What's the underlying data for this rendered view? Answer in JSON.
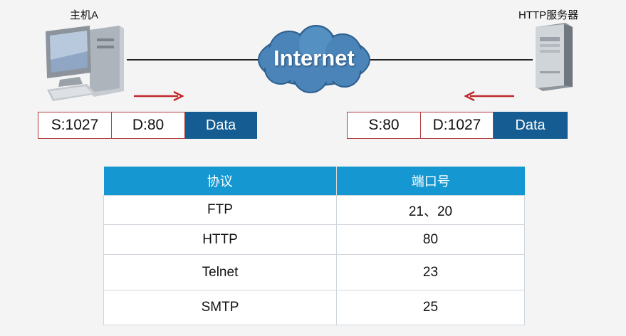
{
  "host_label": "主机A",
  "server_label": "HTTP服务器",
  "cloud_label": "Internet",
  "packet_out": {
    "src": "S:1027",
    "dst": "D:80",
    "data": "Data"
  },
  "packet_back": {
    "src": "S:80",
    "dst": "D:1027",
    "data": "Data"
  },
  "table": {
    "headers": [
      "协议",
      "端口号"
    ],
    "rows": [
      [
        "FTP",
        "21、20"
      ],
      [
        "HTTP",
        "80"
      ],
      [
        "Telnet",
        "23"
      ],
      [
        "SMTP",
        "25"
      ]
    ]
  },
  "colors": {
    "header_blue": "#1598d1",
    "data_blue": "#145c91",
    "arrow_red": "#c0282d",
    "border_red": "#b33a3a"
  }
}
